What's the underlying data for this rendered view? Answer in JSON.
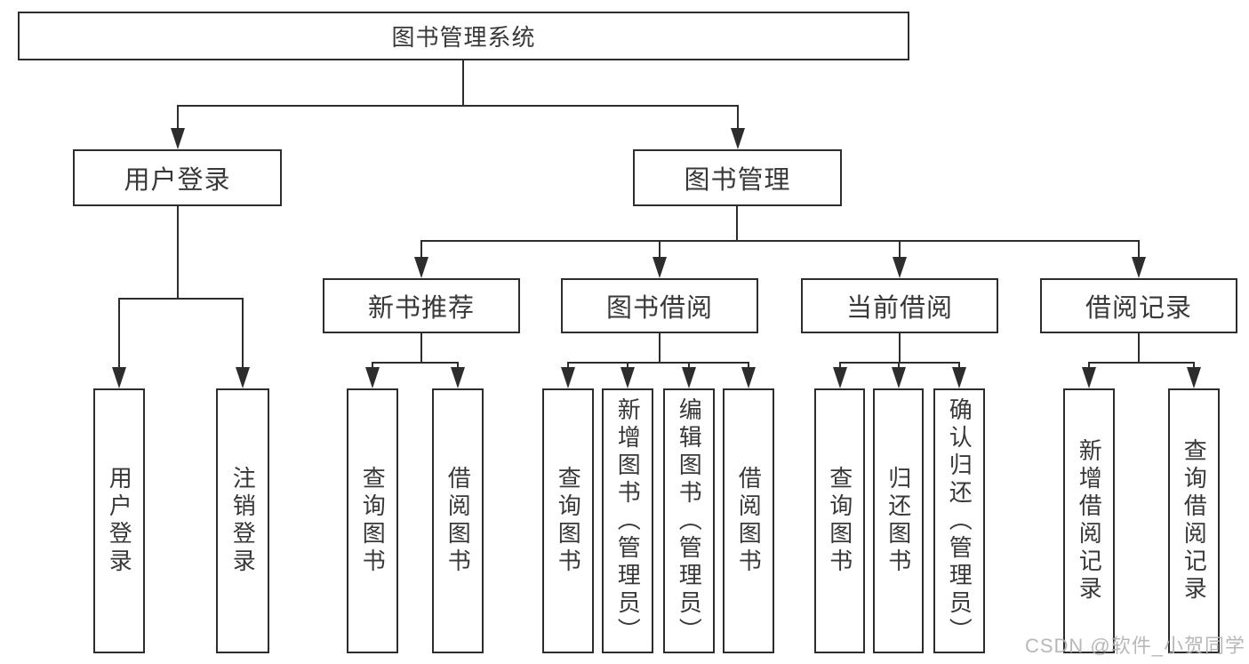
{
  "tree": {
    "root": {
      "label": "图书管理系统"
    },
    "branches": [
      {
        "label": "用户登录",
        "leaves": [
          {
            "label": "用户登录"
          },
          {
            "label": "注销登录"
          }
        ]
      },
      {
        "label": "图书管理",
        "groups": [
          {
            "label": "新书推荐",
            "leaves": [
              {
                "label": "查询图书"
              },
              {
                "label": "借阅图书"
              }
            ]
          },
          {
            "label": "图书借阅",
            "leaves": [
              {
                "label": "查询图书"
              },
              {
                "label": "新增图书（管理员）"
              },
              {
                "label": "编辑图书（管理员）"
              },
              {
                "label": "借阅图书"
              }
            ]
          },
          {
            "label": "当前借阅",
            "leaves": [
              {
                "label": "查询图书"
              },
              {
                "label": "归还图书"
              },
              {
                "label": "确认归还（管理员）"
              }
            ]
          },
          {
            "label": "借阅记录",
            "leaves": [
              {
                "label": "新增借阅记录"
              },
              {
                "label": "查询借阅记录"
              }
            ]
          }
        ]
      }
    ]
  },
  "watermark": {
    "text": "CSDN @软件_小贺同学"
  },
  "colors": {
    "line": "#2d2d2d",
    "box_border": "#2d2d2d",
    "text": "#383838",
    "watermark": "#b2b2b2",
    "background": "#ffffff"
  }
}
